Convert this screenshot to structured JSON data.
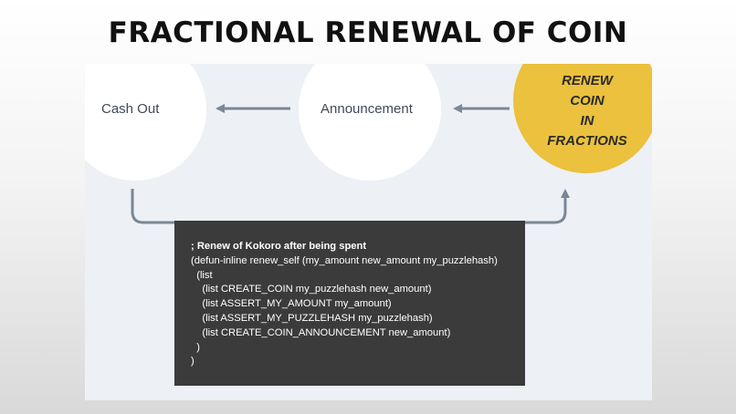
{
  "title": "FRACTIONAL RENEWAL OF COIN",
  "nodes": {
    "cash_out": "Cash Out",
    "announcement": "Announcement",
    "renew_lines": [
      "RENEW",
      "COIN",
      "IN",
      "FRACTIONS"
    ]
  },
  "colors": {
    "panel_bg": "#edf1f6",
    "node_fill": "#ffffff",
    "highlight_node": "#ebc13d",
    "arrow": "#7b8794",
    "code_bg": "#3b3b3b"
  },
  "code": {
    "lines": [
      "; Renew of Kokoro after being spent",
      "(defun-inline renew_self (my_amount new_amount my_puzzlehash)",
      "  (list",
      "    (list CREATE_COIN my_puzzlehash new_amount)",
      "    (list ASSERT_MY_AMOUNT my_amount)",
      "    (list ASSERT_MY_PUZZLEHASH my_puzzlehash)",
      "    (list CREATE_COIN_ANNOUNCEMENT new_amount)",
      "  )",
      ")"
    ]
  }
}
